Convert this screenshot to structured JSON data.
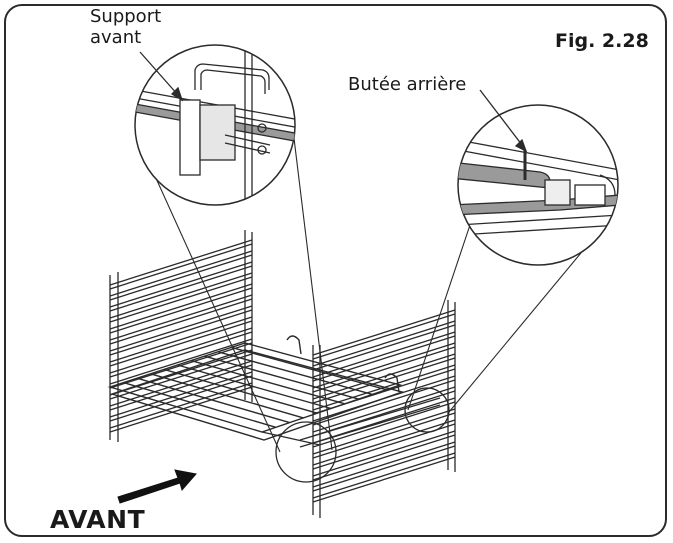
{
  "figure": {
    "label": "Fig. 2.28"
  },
  "callouts": {
    "front_support": "Support\navant",
    "rear_stop": "Butée arrière"
  },
  "direction": {
    "label": "AVANT"
  },
  "colors": {
    "line": "#2b2b2b",
    "rod_fill": "#9a9a9a",
    "background": "#ffffff"
  }
}
